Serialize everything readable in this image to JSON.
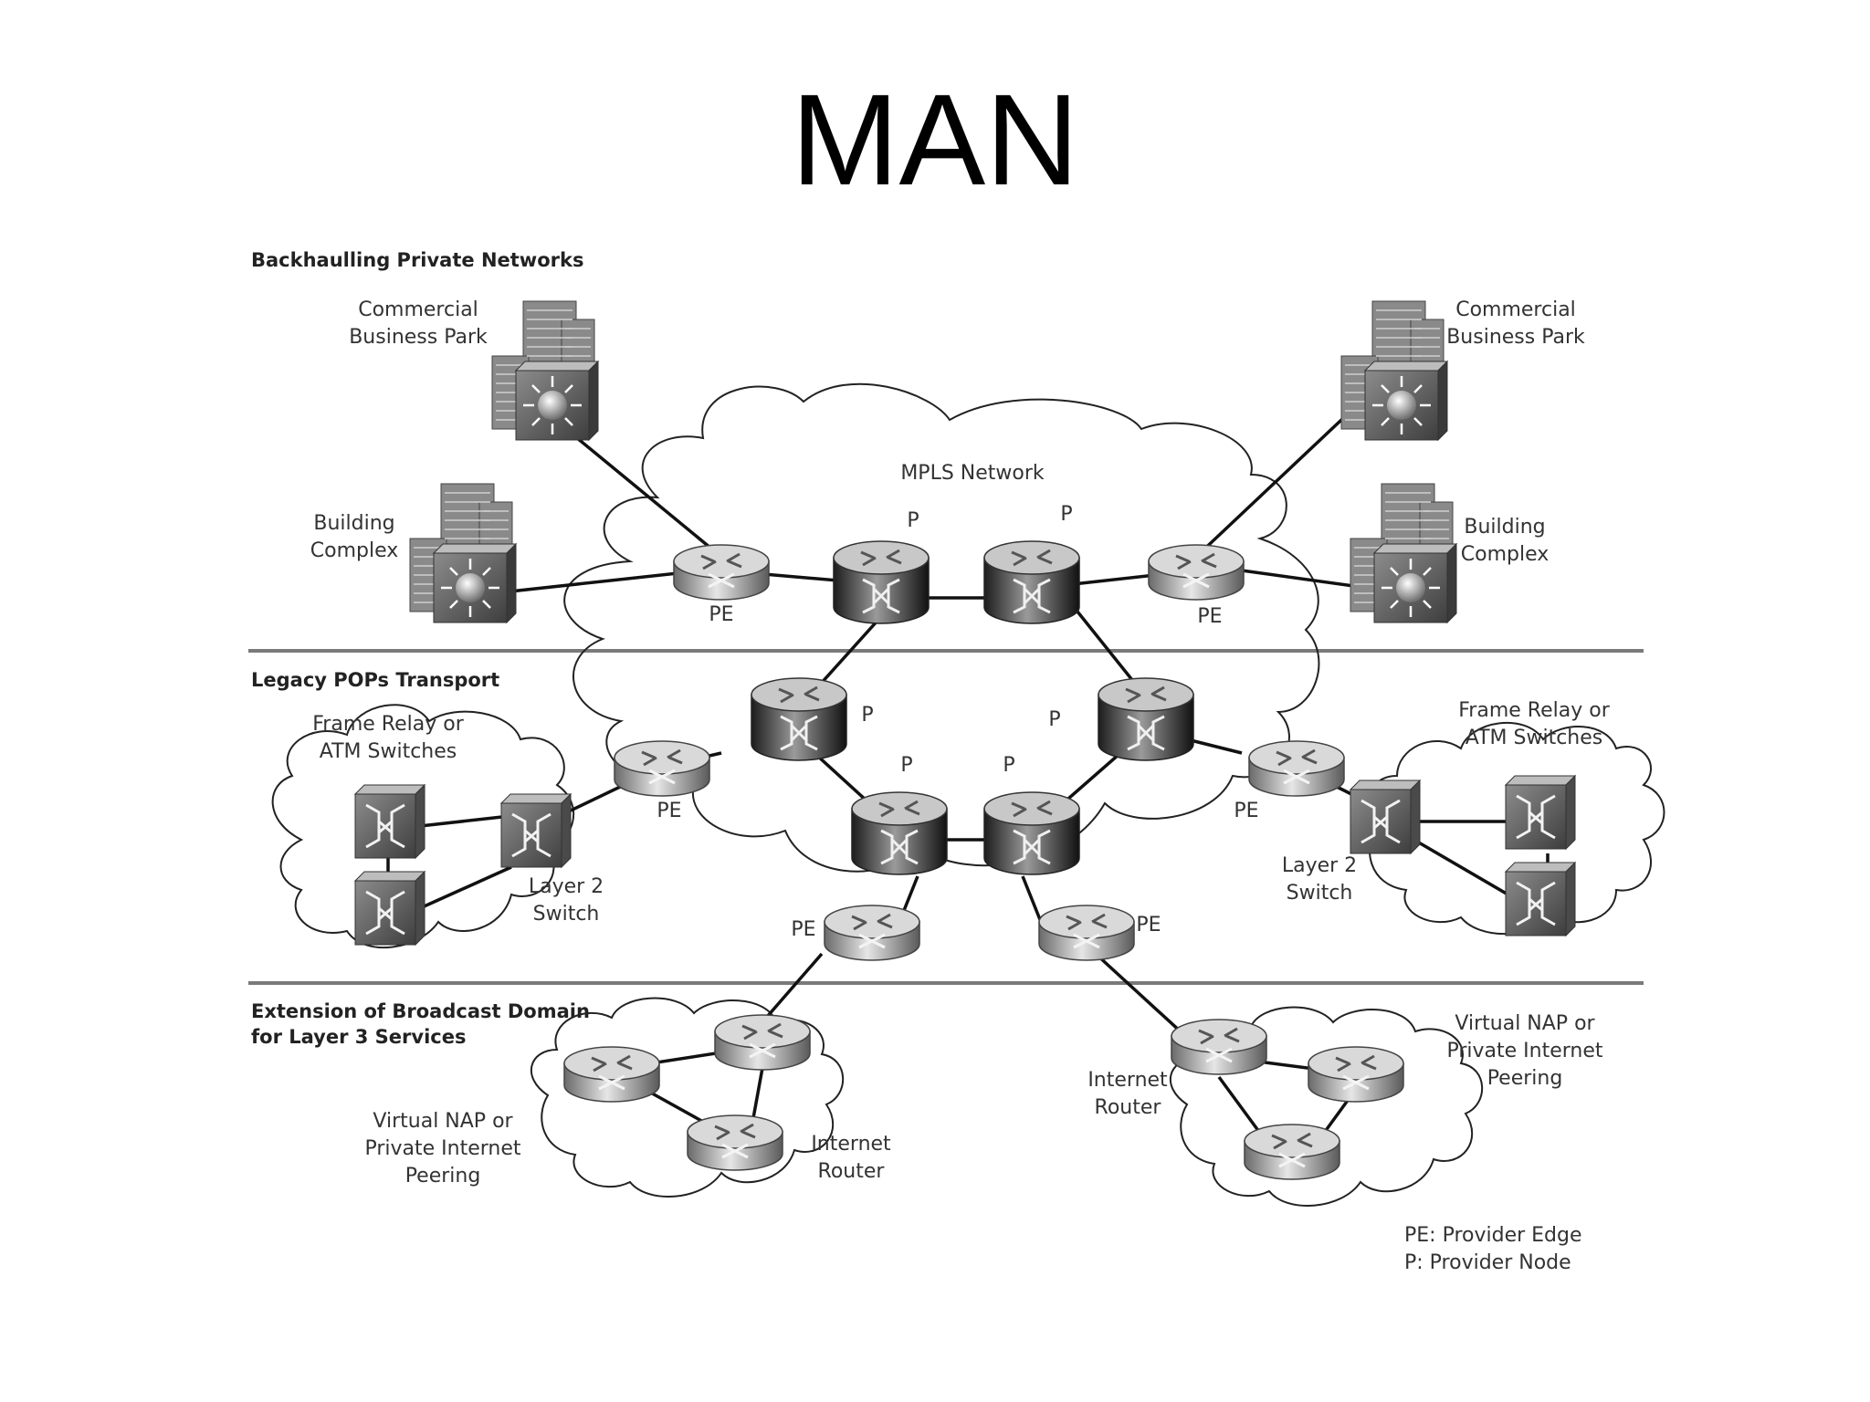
{
  "title": "MAN",
  "sections": {
    "backhauling": "Backhaulling Private Networks",
    "legacy": "Legacy POPs Transport",
    "extension_line1": "Extension of Broadcast Domain",
    "extension_line2": "for Layer 3 Services"
  },
  "labels": {
    "commercial_left_1": "Commercial",
    "commercial_left_2": "Business Park",
    "commercial_right_1": "Commercial",
    "commercial_right_2": "Business Park",
    "building_left_1": "Building",
    "building_left_2": "Complex",
    "building_right_1": "Building",
    "building_right_2": "Complex",
    "mpls": "MPLS Network",
    "pe": "PE",
    "p": "P",
    "fr_left_1": "Frame Relay or",
    "fr_left_2": "ATM Switches",
    "fr_right_1": "Frame Relay or",
    "fr_right_2": "ATM Switches",
    "l2_left_1": "Layer 2",
    "l2_left_2": "Switch",
    "l2_right_1": "Layer 2",
    "l2_right_2": "Switch",
    "vnap_left_1": "Virtual NAP or",
    "vnap_left_2": "Private Internet",
    "vnap_left_3": "Peering",
    "vnap_right_1": "Virtual NAP or",
    "vnap_right_2": "Private Internet",
    "vnap_right_3": "Peering",
    "ir_left_1": "Internet",
    "ir_left_2": "Router",
    "ir_right_1": "Internet",
    "ir_right_2": "Router"
  },
  "legend": {
    "pe": "PE: Provider Edge",
    "p": "P: Provider Node"
  },
  "icons": {
    "building": "building-icon",
    "l3_switch": "layer3-switch-icon",
    "router": "router-icon",
    "core_router": "core-router-icon",
    "atm_switch": "atm-switch-icon"
  }
}
